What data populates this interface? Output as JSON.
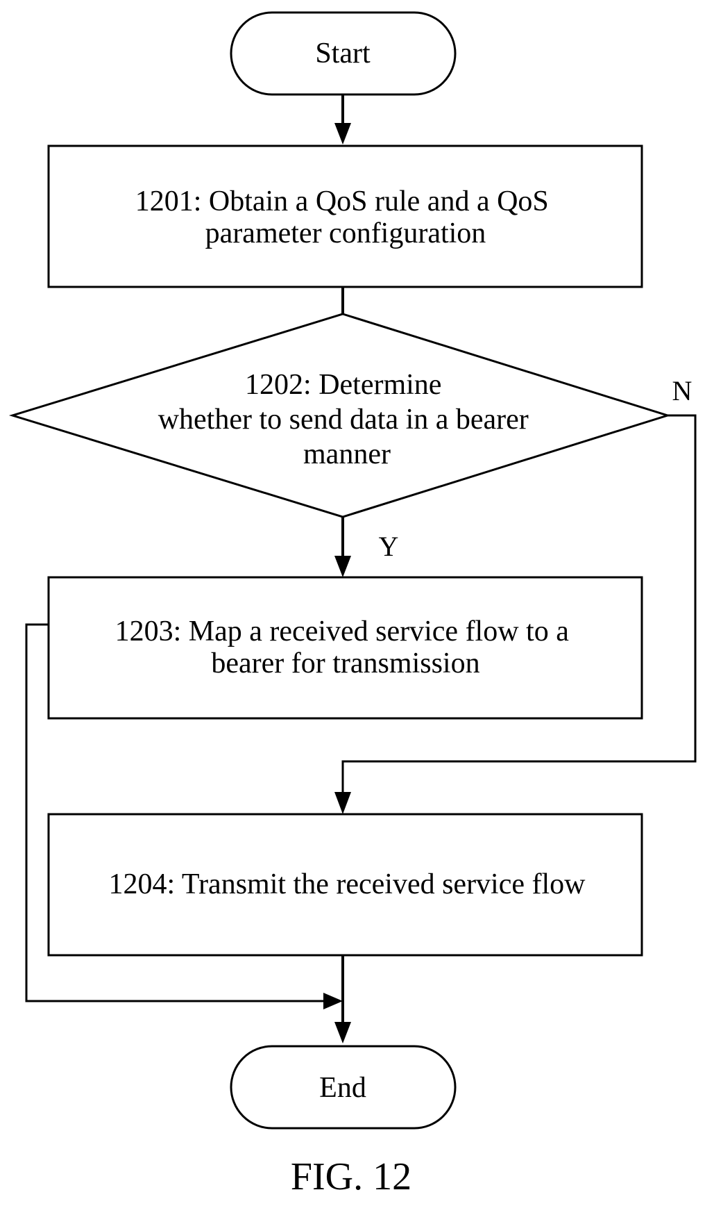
{
  "start": {
    "label": "Start"
  },
  "end": {
    "label": "End"
  },
  "steps": {
    "s1201": {
      "lines": [
        "1201: Obtain a QoS rule and a QoS",
        "parameter configuration"
      ]
    },
    "s1202": {
      "lines": [
        "1202: Determine",
        "whether to send data in a bearer",
        "manner"
      ]
    },
    "s1203": {
      "lines": [
        "1203: Map a received service flow to a",
        "bearer for transmission"
      ]
    },
    "s1204": {
      "lines": [
        "1204: Transmit the received service flow"
      ]
    }
  },
  "branches": {
    "yes": "Y",
    "no": "N"
  },
  "caption": "FIG. 12"
}
